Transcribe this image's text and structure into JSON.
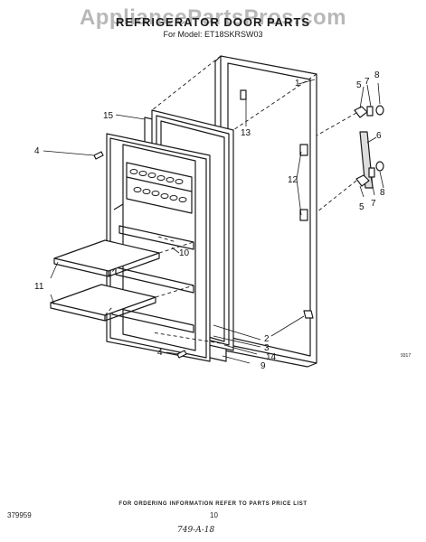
{
  "watermark": "AppliancePartsPros.com",
  "title": "REFRIGERATOR DOOR PARTS",
  "subtitle": "For Model: ET18SKRSW03",
  "footer": {
    "note": "FOR ORDERING INFORMATION REFER TO PARTS PRICE LIST",
    "code": "379959",
    "page": "10",
    "handwritten": "749-A-18",
    "diagram_code": "9317"
  },
  "callouts": {
    "c1": "1",
    "c2": "2",
    "c3": "3",
    "c4a": "4",
    "c4b": "4",
    "c5a": "5",
    "c5b": "5",
    "c6": "6",
    "c7a": "7",
    "c7b": "7",
    "c8a": "8",
    "c8b": "8",
    "c9": "9",
    "c10": "10",
    "c11": "11",
    "c12": "12",
    "c13": "13",
    "c14": "14",
    "c15": "15"
  }
}
